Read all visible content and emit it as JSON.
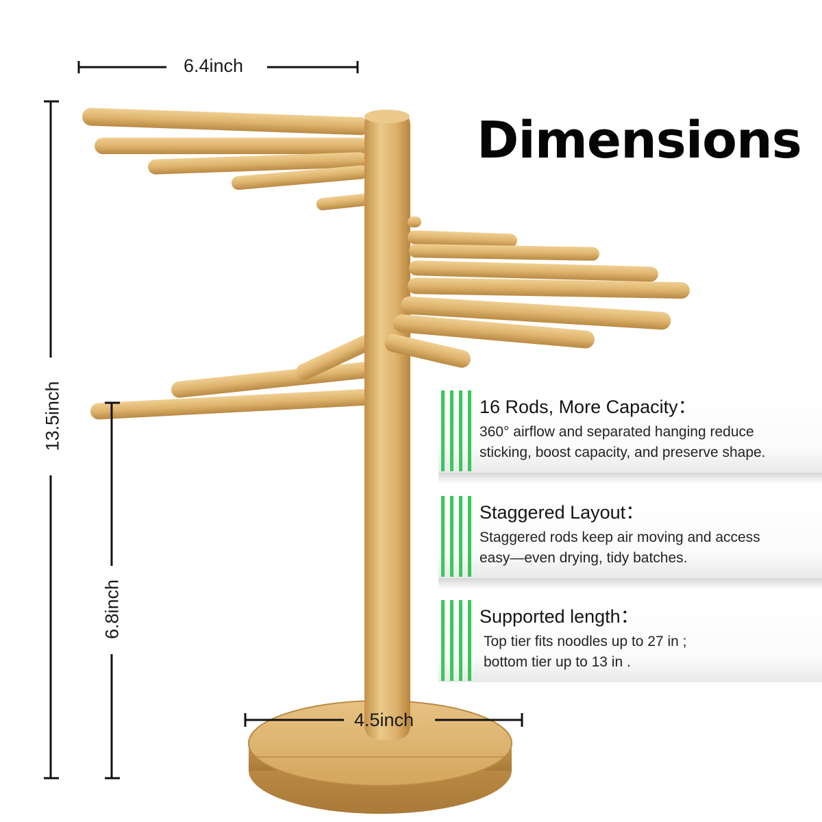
{
  "title": "Dimensions",
  "dimensions": {
    "width": "6.4inch",
    "height": "13.5inch",
    "lower_height": "6.8inch",
    "base": "4.5inch"
  },
  "features": [
    {
      "title": "16 Rods, More Capacity：",
      "lines": [
        "360° airflow and separated hanging reduce",
        "sticking, boost capacity, and preserve shape."
      ]
    },
    {
      "title": "Staggered Layout：",
      "lines": [
        "Staggered rods keep air moving and access",
        "easy—even drying, tidy batches."
      ]
    },
    {
      "title": "Supported length：",
      "lines": [
        "Top tier fits noodles up to 27 in ;",
        "bottom tier up to 13 in ."
      ]
    }
  ],
  "colors": {
    "accent_green": "#38c85a",
    "bamboo": "#d9b06a",
    "bamboo_dark": "#c99a4e"
  }
}
